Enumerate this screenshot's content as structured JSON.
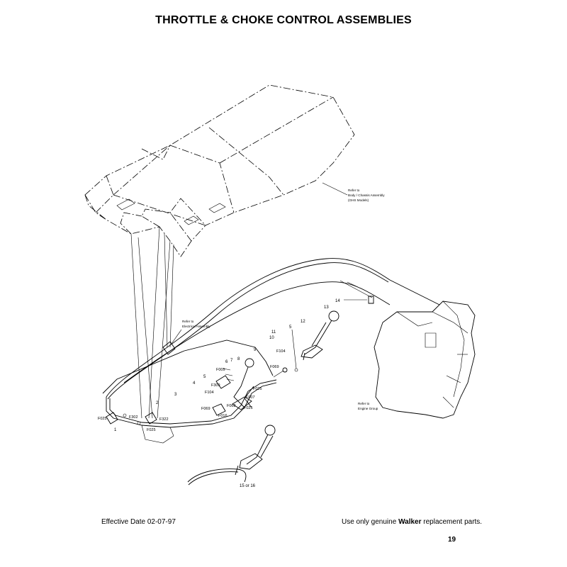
{
  "title": "THROTTLE & CHOKE CONTROL ASSEMBLIES",
  "refs": {
    "body": [
      "Refer to",
      "Body / Chassis Assembly",
      "(GHS Models)"
    ],
    "electrical": [
      "Refer to",
      "Electrical Assembly"
    ],
    "engine": [
      "Refer to",
      "Engine Group"
    ]
  },
  "callouts": {
    "c1": "1",
    "c2": "2",
    "c3": "3",
    "c4": "4",
    "c5": "5",
    "c5b": "5",
    "c6": "6",
    "c7": "7",
    "c8": "8",
    "c9": "9",
    "c10": "10",
    "c11": "11",
    "c12": "12",
    "c13": "13",
    "c14": "14",
    "c1516": "15 or 16",
    "f302": "F302",
    "f025a": "F025",
    "f025b": "F025",
    "f322": "F322",
    "f104a": "F104",
    "f104b": "F104",
    "f005": "F005",
    "f309": "F309",
    "f069a": "F069",
    "f069b": "F069",
    "f068": "F068",
    "f007": "F007",
    "f025c": "F025",
    "f025d": "F025",
    "f016": "F016"
  },
  "footer": {
    "effective": "Effective Date 02-07-97",
    "use_prefix": "Use only genuine ",
    "brand": "Walker",
    "use_suffix": " replacement parts.",
    "page_number": "19"
  }
}
